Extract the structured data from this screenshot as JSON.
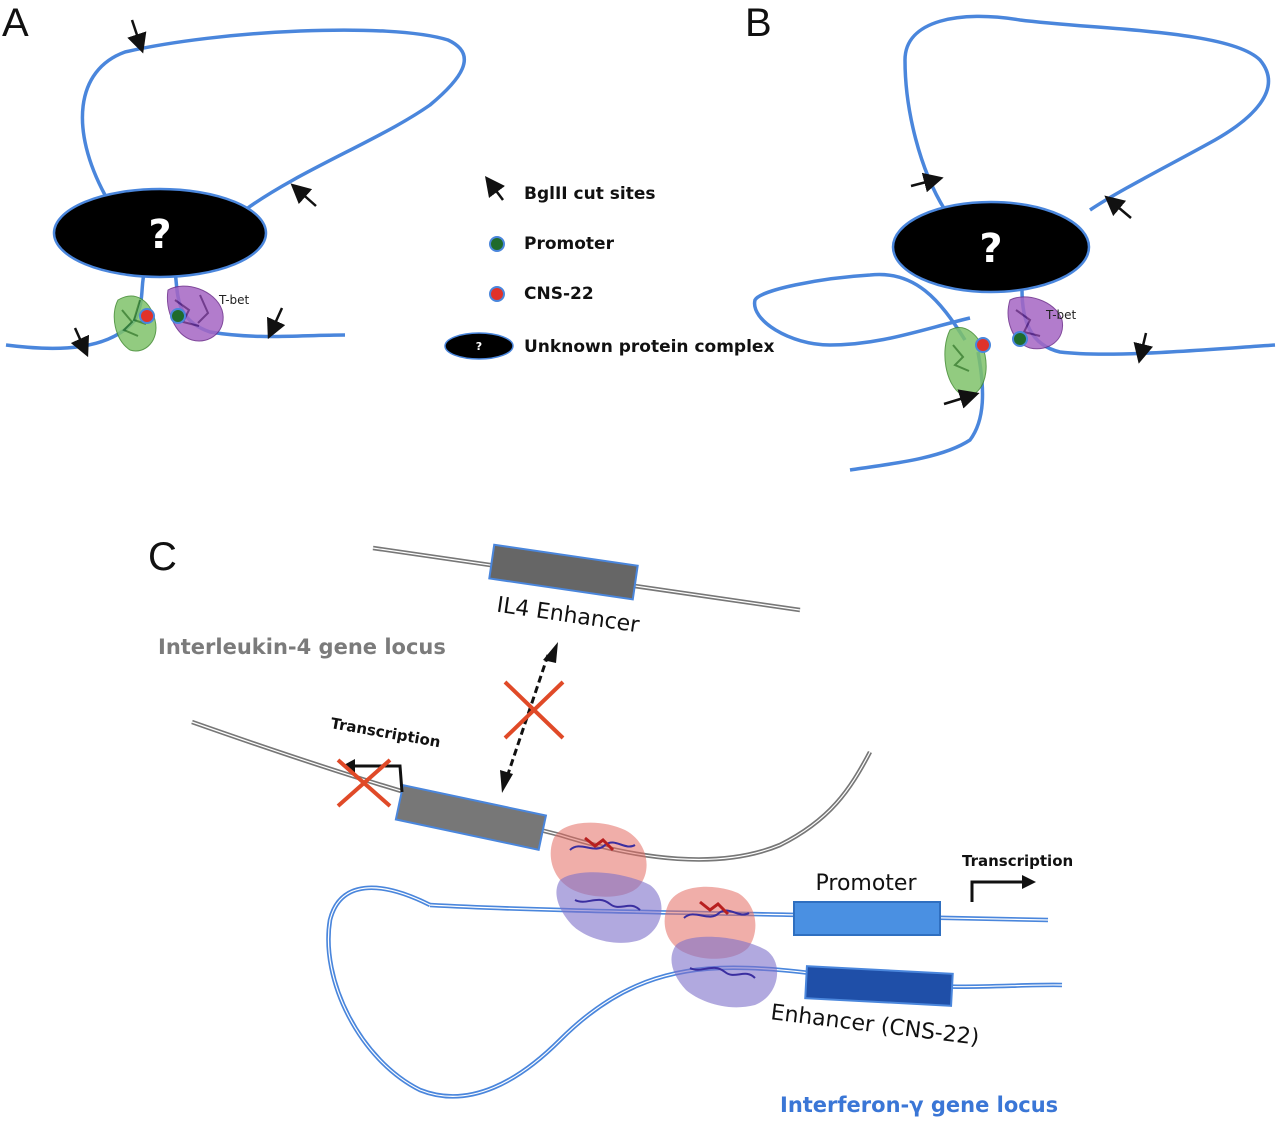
{
  "panels": {
    "a": "A",
    "b": "B",
    "c": "C"
  },
  "legend": {
    "bglii": "BglII cut sites",
    "promoter": "Promoter",
    "cns22": "CNS-22",
    "unknown": "Unknown protein complex",
    "unknown_symbol": "?"
  },
  "panel_a": {
    "complex_symbol": "?",
    "tbet": "T-bet"
  },
  "panel_b": {
    "complex_symbol": "?",
    "tbet": "T-bet"
  },
  "panel_c": {
    "il4_enhancer": "IL4 Enhancer",
    "il4_locus": "Interleukin-4 gene locus",
    "transcription_left": "Transcription",
    "transcription_right": "Transcription",
    "promoter": "Promoter",
    "enhancer": "Enhancer (CNS-22)",
    "ifng_locus": "Interferon-γ gene locus"
  },
  "colors": {
    "dna_blue": "#4a86dc",
    "dna_gray": "#777777",
    "promoter_dot": "#1f6b2c",
    "cns22_dot": "#e0322a",
    "cross_red": "#e04a28",
    "promoter_box": "#4a90e2",
    "enhancer_box": "#1f4fa8",
    "il4_box": "#666666"
  }
}
